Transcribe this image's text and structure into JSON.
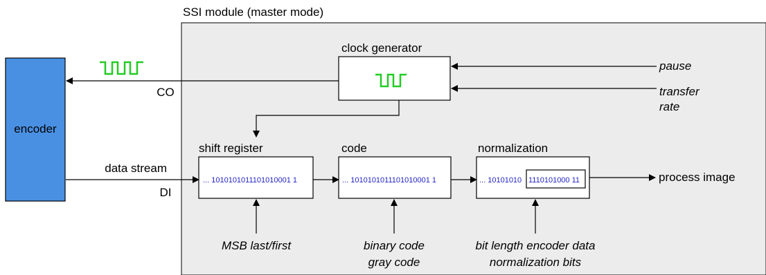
{
  "module_title": "SSI module (master mode)",
  "encoder": {
    "label": "encoder"
  },
  "clock_generator": {
    "title": "clock generator"
  },
  "inputs": {
    "pause": "pause",
    "transfer_rate_line1": "transfer",
    "transfer_rate_line2": "rate"
  },
  "signals": {
    "clock_out": "CO",
    "data_stream": "data stream",
    "data_in": "DI",
    "output": "process image"
  },
  "shift_register": {
    "title": "shift register",
    "bits": "... 1010101011101010001 1",
    "note": "MSB last/first"
  },
  "code": {
    "title": "code",
    "bits": "... 1010101011101010001 1",
    "note_line1": "binary code",
    "note_line2": "gray code"
  },
  "normalization": {
    "title": "normalization",
    "bits_prefix": "... 10101010",
    "bits_boxed": "1110101000 11",
    "note_line1": "bit length encoder data",
    "note_line2": "normalization bits"
  },
  "colors": {
    "module_bg": "#ececec",
    "encoder_fill": "#4a90e2",
    "clock_wave": "#22cc22",
    "bit_text": "#1f1fc8"
  }
}
